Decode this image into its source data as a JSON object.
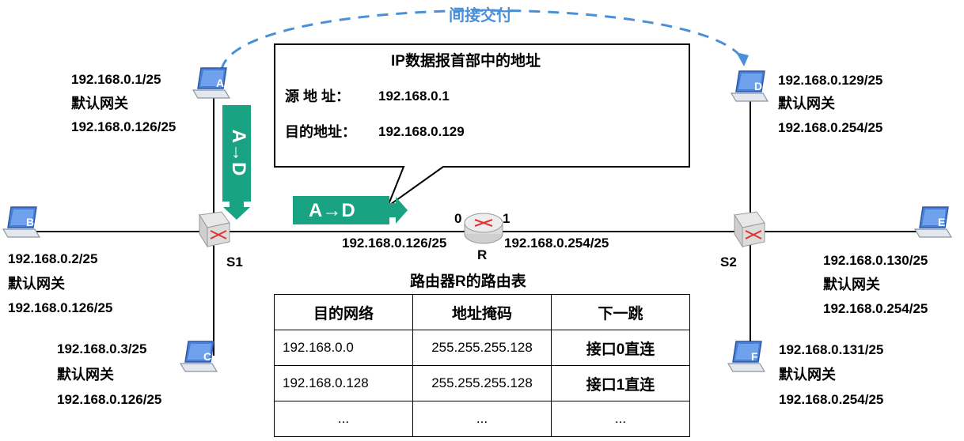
{
  "indirect_label": "间接交付",
  "callout": {
    "title": "IP数据报首部中的地址",
    "src_label": "源 地 址：",
    "src_value": "192.168.0.1",
    "dst_label": "目的地址：",
    "dst_value": "192.168.0.129"
  },
  "packet_label_vertical": "A→D",
  "packet_label_horizontal": "A→D",
  "hosts": {
    "A": {
      "letter": "A",
      "ip": "192.168.0.1/25",
      "gw_label": "默认网关",
      "gw": "192.168.0.126/25"
    },
    "B": {
      "letter": "B",
      "ip": "192.168.0.2/25",
      "gw_label": "默认网关",
      "gw": "192.168.0.126/25"
    },
    "C": {
      "letter": "C",
      "ip": "192.168.0.3/25",
      "gw_label": "默认网关",
      "gw": "192.168.0.126/25"
    },
    "D": {
      "letter": "D",
      "ip": "192.168.0.129/25",
      "gw_label": "默认网关",
      "gw": "192.168.0.254/25"
    },
    "E": {
      "letter": "E",
      "ip": "192.168.0.130/25",
      "gw_label": "默认网关",
      "gw": "192.168.0.254/25"
    },
    "F": {
      "letter": "F",
      "ip": "192.168.0.131/25",
      "gw_label": "默认网关",
      "gw": "192.168.0.254/25"
    }
  },
  "switches": {
    "s1": "S1",
    "s2": "S2"
  },
  "router": {
    "name": "R",
    "port0": "0",
    "port1": "1",
    "ip0": "192.168.0.126/25",
    "ip1": "192.168.0.254/25"
  },
  "routing_table": {
    "title": "路由器R的路由表",
    "headers": [
      "目的网络",
      "地址掩码",
      "下一跳"
    ],
    "rows": [
      [
        "192.168.0.0",
        "255.255.255.128",
        "接口0直连"
      ],
      [
        "192.168.0.128",
        "255.255.255.128",
        "接口1直连"
      ],
      [
        "...",
        "...",
        "..."
      ]
    ]
  },
  "colors": {
    "accent_arrow": "#1aa383",
    "dashed_arrow": "#4a90d9",
    "device": "#4a7fd6"
  }
}
